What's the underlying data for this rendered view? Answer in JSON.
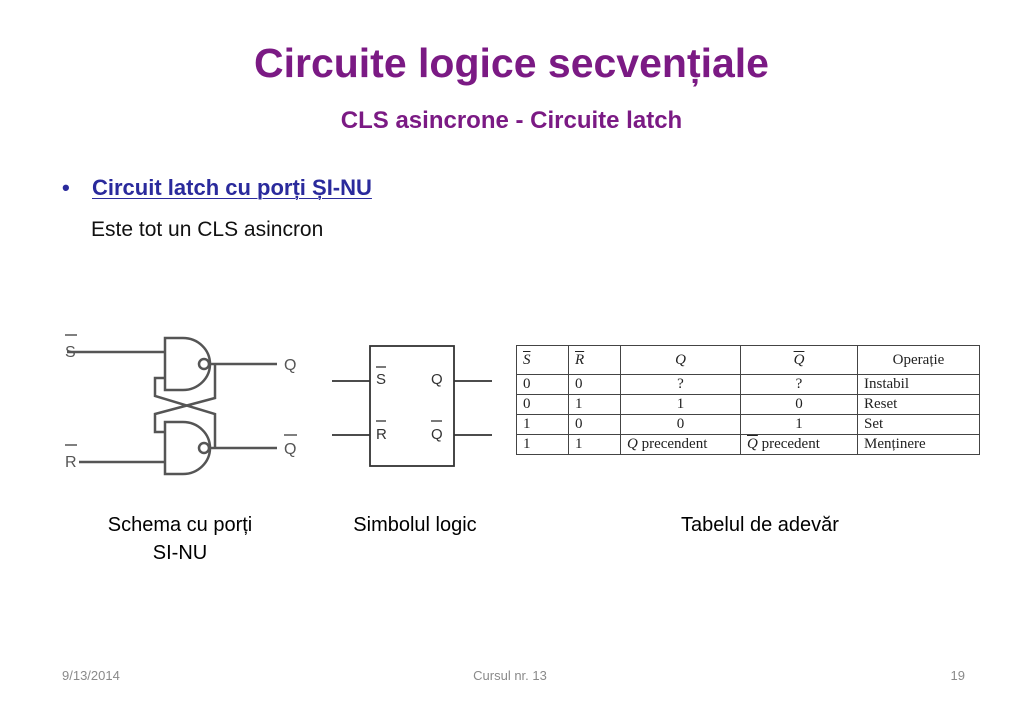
{
  "title": "Circuite logice secvențiale",
  "subtitle": "CLS asincrone - Circuite latch",
  "bullet": {
    "marker": "•",
    "text": "Circuit latch cu porți ȘI-NU",
    "subtext": "Este tot un CLS asincron"
  },
  "schematic": {
    "input_s": "S",
    "input_r": "R",
    "output_q": "Q",
    "output_qbar": "Q"
  },
  "symbol": {
    "input_s": "S",
    "input_r": "R",
    "output_q": "Q",
    "output_qbar": "Q"
  },
  "truth_table": {
    "headers": [
      "S",
      "R",
      "Q",
      "Q",
      "Operație"
    ],
    "rows": [
      [
        "0",
        "0",
        "?",
        "?",
        "Instabil"
      ],
      [
        "0",
        "1",
        "1",
        "0",
        "Reset"
      ],
      [
        "1",
        "0",
        "0",
        "1",
        "Set"
      ],
      [
        "1",
        "1",
        "precendent",
        "precedent",
        "Menținere"
      ]
    ],
    "q_symbol": "Q"
  },
  "captions": {
    "schematic_line1": "Schema cu porți",
    "schematic_line2": "SI-NU",
    "symbol": "Simbolul logic",
    "table": "Tabelul de adevăr"
  },
  "footer": {
    "date": "9/13/2014",
    "course": "Cursul nr. 13",
    "page": "19"
  }
}
